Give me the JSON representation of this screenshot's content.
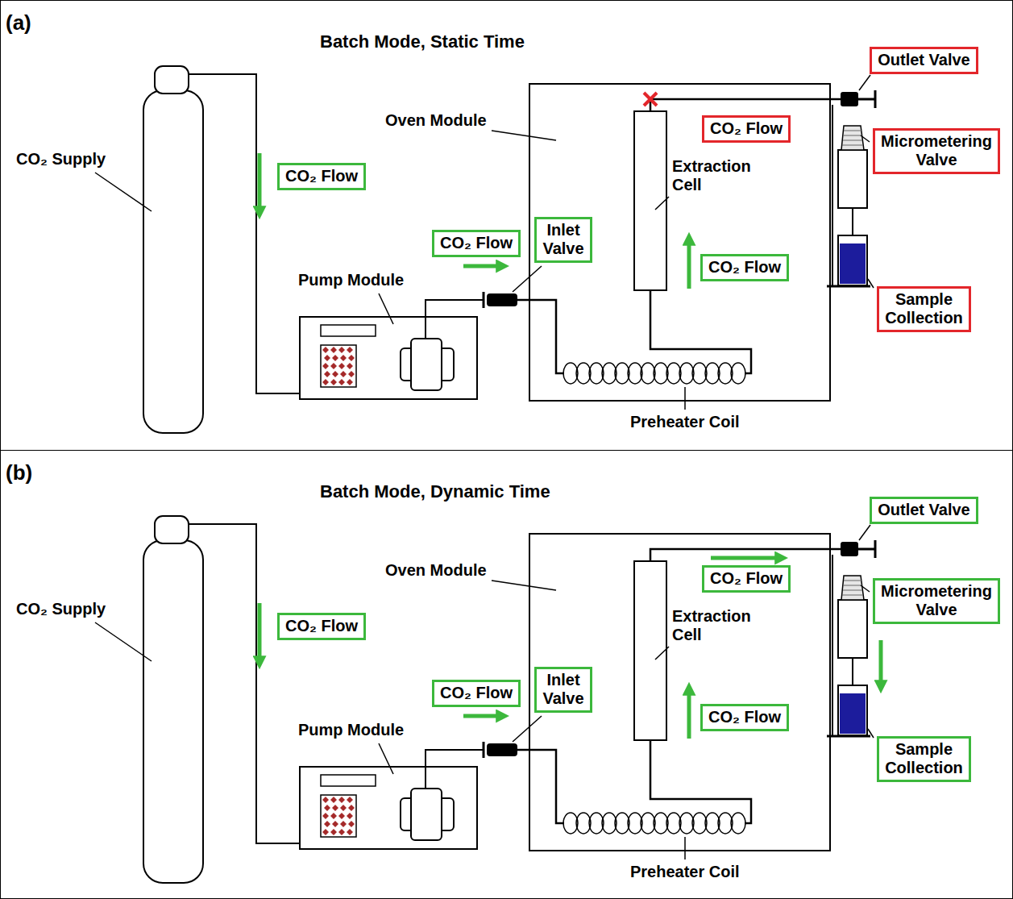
{
  "diagram": {
    "nodes": [
      {
        "text": [
          "(a)",
          "Batch Mode, Static Time"
        ]
      },
      {
        "text": [
          "Outlet Valve"
        ],
        "in": 0
      },
      {
        "text": [
          "CO₂ Flow"
        ],
        "in": 0
      },
      {
        "text": [
          "Micrometering Valve"
        ],
        "in": 0
      },
      {
        "text": [
          "CO₂ Flow"
        ],
        "in": 0
      },
      {
        "text": [
          "Inlet Valve"
        ],
        "in": 0
      },
      {
        "text": [
          "CO₂ Flow"
        ],
        "in": 0
      },
      {
        "text": [
          "CO₂ Flow"
        ],
        "in": 0
      },
      {
        "text": [
          "Sample Collection"
        ],
        "in": 0
      },
      {
        "text": [
          "(b)",
          "Batch Mode, Dynamic Time"
        ]
      },
      {
        "text": [
          "Outlet Valve"
        ],
        "in": 9
      },
      {
        "text": [
          "CO₂ Flow"
        ],
        "in": 9
      },
      {
        "text": [
          "Micrometering Valve"
        ],
        "in": 9
      },
      {
        "text": [
          "CO₂ Flow"
        ],
        "in": 9
      },
      {
        "text": [
          "Inlet Valve"
        ],
        "in": 9
      },
      {
        "text": [
          "CO₂ Flow"
        ],
        "in": 9
      },
      {
        "text": [
          "CO₂ Flow"
        ],
        "in": 9
      },
      {
        "text": [
          "Sample Collection"
        ],
        "in": 9
      }
    ],
    "labels": [
      "Oven Module",
      "CO₂ Supply",
      "Extraction Cell",
      "Pump Module",
      "Preheater Coil",
      "Oven Module",
      "CO₂ Supply",
      "Extraction Cell",
      "Pump Module",
      "Preheater Coil"
    ]
  }
}
